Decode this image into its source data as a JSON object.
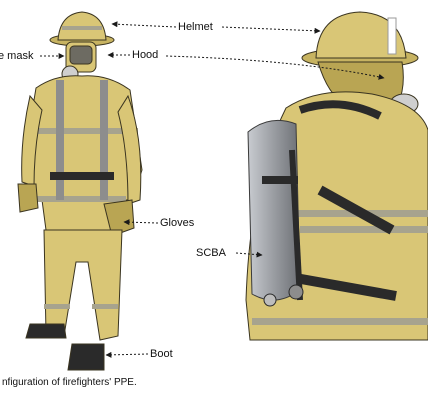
{
  "labels": {
    "helmet": "Helmet",
    "face_mask": "e mask",
    "hood": "Hood",
    "gloves": "Gloves",
    "scba": "SCBA",
    "boot": "Boot"
  },
  "caption": "nfiguration of firefighters' PPE.",
  "colors": {
    "gear_yellow": "#d9c676",
    "gear_shadow": "#b9a553",
    "reflective_stripe": "#a7a38e",
    "tank_gray": "#9ea1a6",
    "dark": "#2a2a2a",
    "line": "#1a1a1a"
  }
}
